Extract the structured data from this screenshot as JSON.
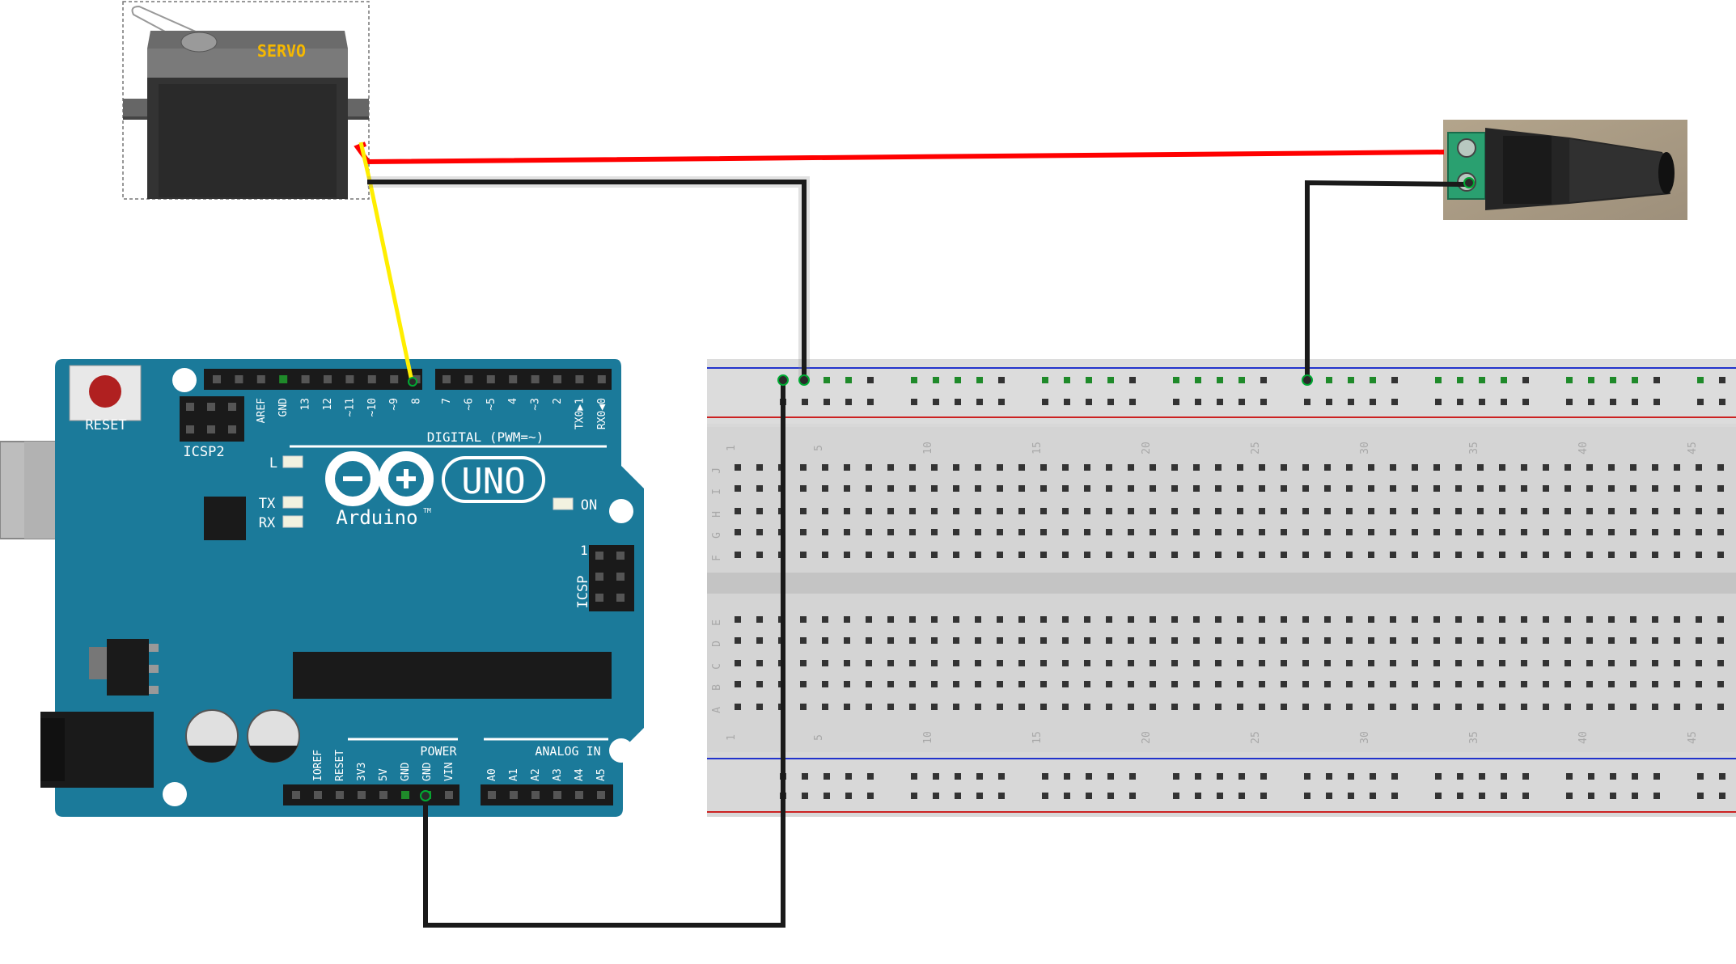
{
  "servo": {
    "label": "SERVO"
  },
  "arduino": {
    "reset_label": "RESET",
    "icsp2_label": "ICSP2",
    "icsp_label": "ICSP",
    "icsp_pin1": "1",
    "led_l": "L",
    "led_tx": "TX",
    "led_rx": "RX",
    "on_label": "ON",
    "model": "UNO",
    "brand": "Arduino",
    "tm": "TM",
    "digital_label": "DIGITAL (PWM=~)",
    "power_label": "POWER",
    "analog_label": "ANALOG IN",
    "digital_pins_left": [
      "AREF",
      "GND",
      "13",
      "12",
      "~11",
      "~10",
      "~9",
      "8"
    ],
    "digital_pins_right": [
      "7",
      "~6",
      "~5",
      "4",
      "~3",
      "2",
      "TX0▶1",
      "RX0◀0"
    ],
    "power_pins": [
      "IOREF",
      "RESET",
      "3V3",
      "5V",
      "GND",
      "GND",
      "VIN"
    ],
    "analog_pins": [
      "A0",
      "A1",
      "A2",
      "A3",
      "A4",
      "A5"
    ]
  },
  "breadboard": {
    "row_letters_top": [
      "J",
      "I",
      "H",
      "G",
      "F"
    ],
    "row_letters_bottom": [
      "E",
      "D",
      "C",
      "B",
      "A"
    ],
    "column_numbers": [
      "1",
      "5",
      "10",
      "15",
      "20",
      "25",
      "30",
      "35",
      "40",
      "45"
    ]
  },
  "wire_colors": {
    "power": "#ff0000",
    "ground": "#1a1a1a",
    "signal": "#ffee00"
  },
  "board_color": "#1b7a9a"
}
